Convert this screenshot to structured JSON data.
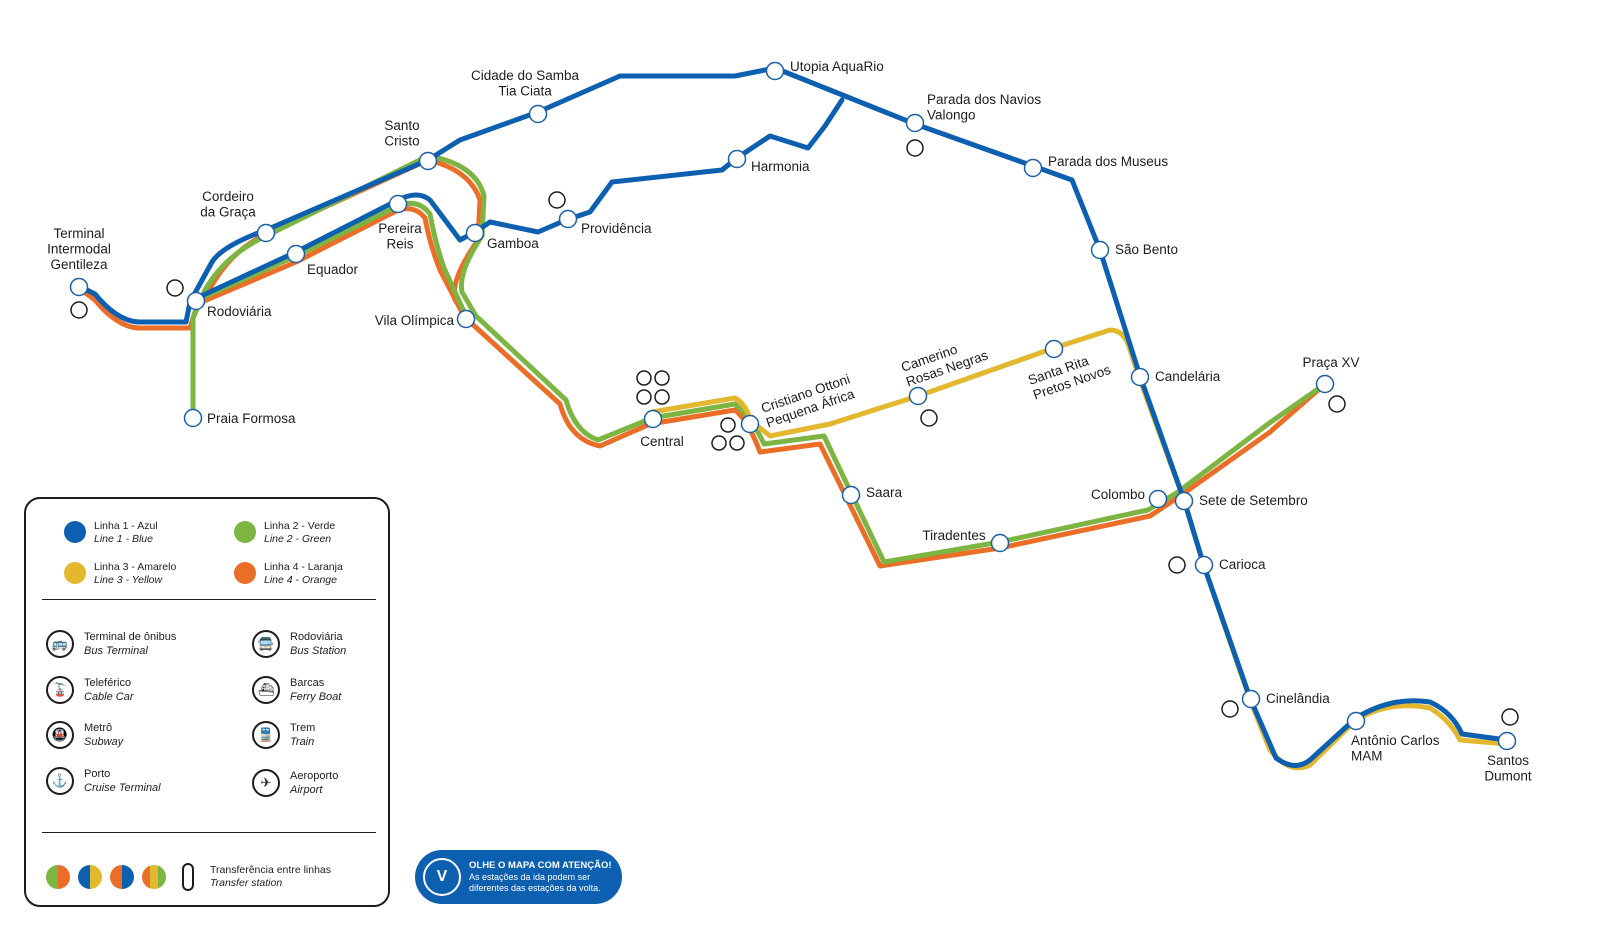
{
  "colors": {
    "line1": "#0d5fb0",
    "line2": "#7db543",
    "line3": "#e3b82f",
    "line4": "#ea6d28",
    "station_fill": "#ffffff",
    "station_stroke": "#1d5fa3",
    "notice_bg": "#0d5fb0"
  },
  "stations": {
    "terminal_gentileza": "Terminal\nIntermodal\nGentileza",
    "cordeiro_da_graca": "Cordeiro\nda Graça",
    "santo_cristo": "Santo\nCristo",
    "cidade_do_samba": "Cidade do Samba\nTia Ciata",
    "utopia_aquario": "Utopia AquaRio",
    "parada_dos_navios": "Parada dos Navios\nValongo",
    "harmonia": "Harmonia",
    "parada_dos_museus": "Parada dos Museus",
    "providencia": "Providência",
    "gamboa": "Gamboa",
    "pereira_reis": "Pereira\nReis",
    "equador": "Equador",
    "rodoviaria": "Rodoviária",
    "praia_formosa": "Praia Formosa",
    "vila_olimpica": "Vila Olímpica",
    "sao_bento": "São Bento",
    "candelaria": "Candelária",
    "central": "Central",
    "cristiano_ottoni": "Cristiano Ottoni\nPequena África",
    "camerino": "Camerino\nRosas Negras",
    "santa_rita": "Santa Rita\nPretos Novos",
    "praca_xv": "Praça XV",
    "saara": "Saara",
    "colombo": "Colombo",
    "sete_de_setembro": "Sete de Setembro",
    "tiradentes": "Tiradentes",
    "carioca": "Carioca",
    "cinelandia": "Cinelândia",
    "antonio_carlos": "Antônio Carlos\nMAM",
    "santos_dumont": "Santos\nDumont"
  },
  "legend": {
    "lines": [
      {
        "pt": "Linha 1 - Azul",
        "en": "Line 1 - Blue",
        "color": "#0d5fb0"
      },
      {
        "pt": "Linha 2 - Verde",
        "en": "Line 2 - Green",
        "color": "#7db543"
      },
      {
        "pt": "Linha 3 - Amarelo",
        "en": "Line 3 - Yellow",
        "color": "#e3b82f"
      },
      {
        "pt": "Linha 4 - Laranja",
        "en": "Line 4 - Orange",
        "color": "#ea6d28"
      }
    ],
    "services": [
      {
        "pt": "Terminal de ônibus",
        "en": "Bus Terminal",
        "icon": "bus-terminal-icon"
      },
      {
        "pt": "Rodoviária",
        "en": "Bus Station",
        "icon": "bus-station-icon"
      },
      {
        "pt": "Teleférico",
        "en": "Cable Car",
        "icon": "cable-car-icon"
      },
      {
        "pt": "Barcas",
        "en": "Ferry Boat",
        "icon": "ferry-boat-icon"
      },
      {
        "pt": "Metrô",
        "en": "Subway",
        "icon": "subway-icon"
      },
      {
        "pt": "Trem",
        "en": "Train",
        "icon": "train-icon"
      },
      {
        "pt": "Porto",
        "en": "Cruise Terminal",
        "icon": "cruise-terminal-icon"
      },
      {
        "pt": "Aeroporto",
        "en": "Airport",
        "icon": "airport-icon"
      }
    ],
    "transfer": {
      "pt": "Transferência entre linhas",
      "en": "Transfer station"
    }
  },
  "notice": {
    "title": "OLHE O MAPA COM ATENÇÃO!",
    "body": "As estações da ida podem ser\ndiferentes das estações da volta."
  }
}
